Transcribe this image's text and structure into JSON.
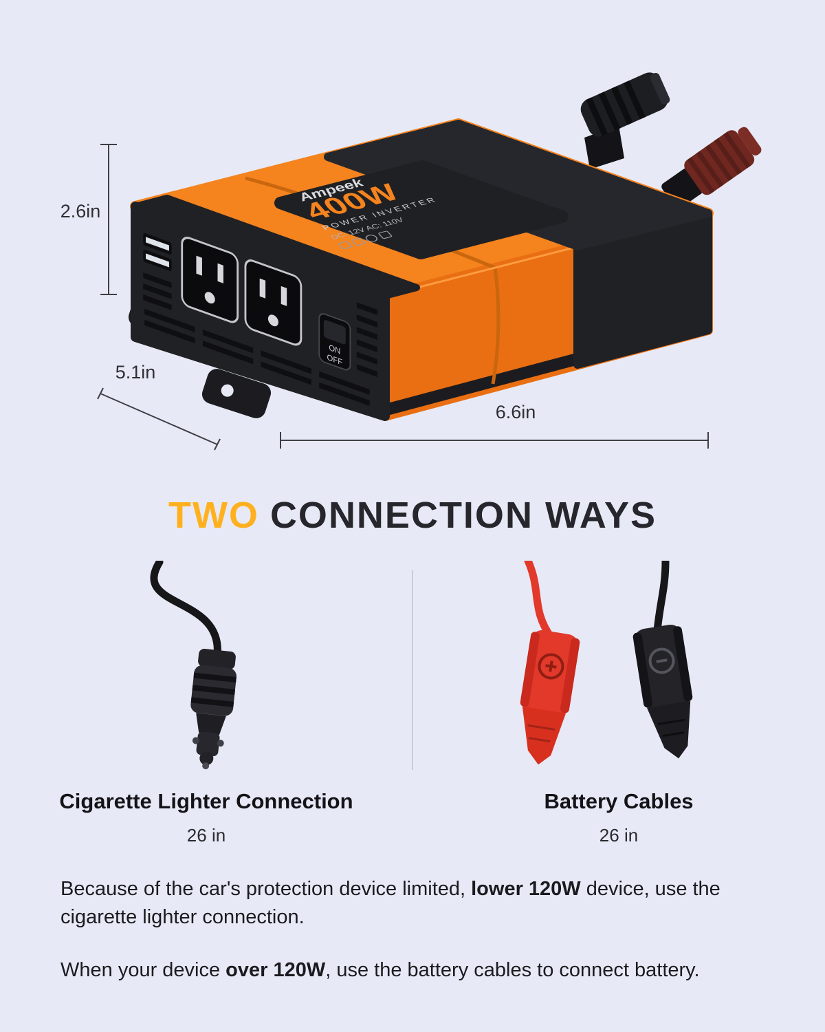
{
  "colors": {
    "background": "#e7eaf6",
    "accent_orange": "#f5831e",
    "heading_highlight": "#ffb01e",
    "heading_text": "#26262c",
    "body_text": "#1b1b1f",
    "cable_red": "#e2392b",
    "device_black": "#202125"
  },
  "dimensions": {
    "height": "2.6in",
    "depth": "5.1in",
    "length": "6.6in"
  },
  "device_label": {
    "brand": "Ampeek",
    "wattage": "400W",
    "product_type": "POWER INVERTER",
    "specs": "DC: 12V   AC: 110V",
    "switch_on": "ON",
    "switch_off": "OFF"
  },
  "heading": {
    "highlight": "TWO",
    "rest": "CONNECTION WAYS"
  },
  "connections": [
    {
      "label": "Cigarette Lighter Connection",
      "length": "26 in"
    },
    {
      "label": "Battery Cables",
      "length": "26 in"
    }
  ],
  "paragraphs": [
    {
      "pre": "Because of the car's protection device limited, ",
      "bold": "lower 120W",
      "post": " device, use the cigarette lighter connection."
    },
    {
      "pre": "When your device ",
      "bold": "over 120W",
      "post": ", use the battery cables to connect battery."
    }
  ]
}
